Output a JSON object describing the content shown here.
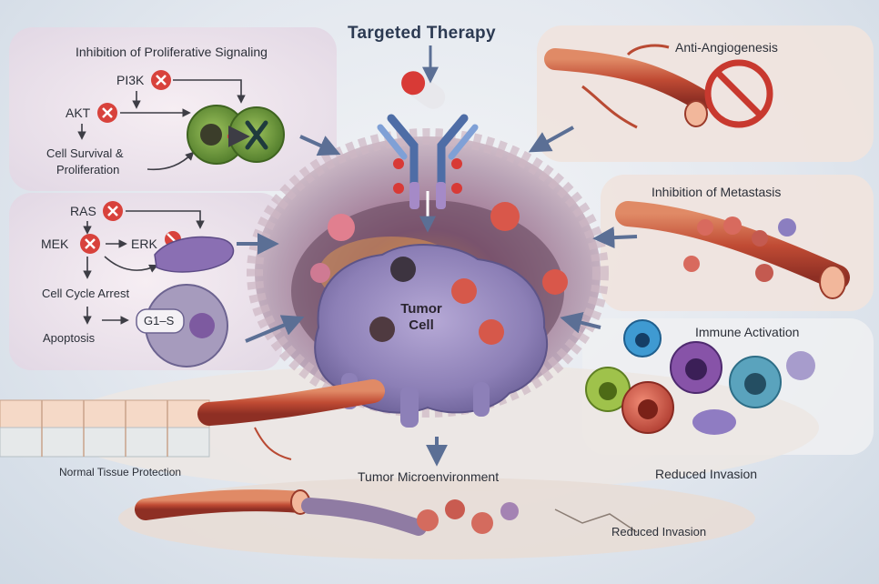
{
  "title": "Targeted Therapy",
  "panels": {
    "proliferative": {
      "heading": "Inhibition of Proliferative Signaling",
      "pi3k": "PI3K",
      "akt": "AKT",
      "outcome_line1": "Cell Survival &",
      "outcome_line2": "Proliferation"
    },
    "ras_pathway": {
      "ras": "RAS",
      "mek": "MEK",
      "erk": "ERK",
      "cell_cycle_arrest": "Cell Cycle Arrest",
      "phase": "G1–S",
      "apoptosis": "Apoptosis"
    },
    "angiogenesis": {
      "heading": "Anti-Angiogenesis"
    },
    "metastasis": {
      "heading": "Inhibition of Metastasis"
    },
    "immune": {
      "heading": "Immune Activation"
    },
    "normal_tissue": {
      "label": "Normal Tissue Protection"
    },
    "microenvironment": {
      "label": "Tumor Microenvironment"
    },
    "reduced_invasion_right": "Reduced Invasion",
    "reduced_invasion_bottom": "Reduced Invasion"
  },
  "tumor": {
    "line1": "Tumor",
    "line2": "Cell"
  },
  "colors": {
    "inhibit_red": "#d8423c",
    "tumor_purple": "#8f82b8",
    "vessel_red": "#c2563c",
    "cell_green": "#6f9a3c",
    "arrow_blue": "#5b6f95"
  }
}
